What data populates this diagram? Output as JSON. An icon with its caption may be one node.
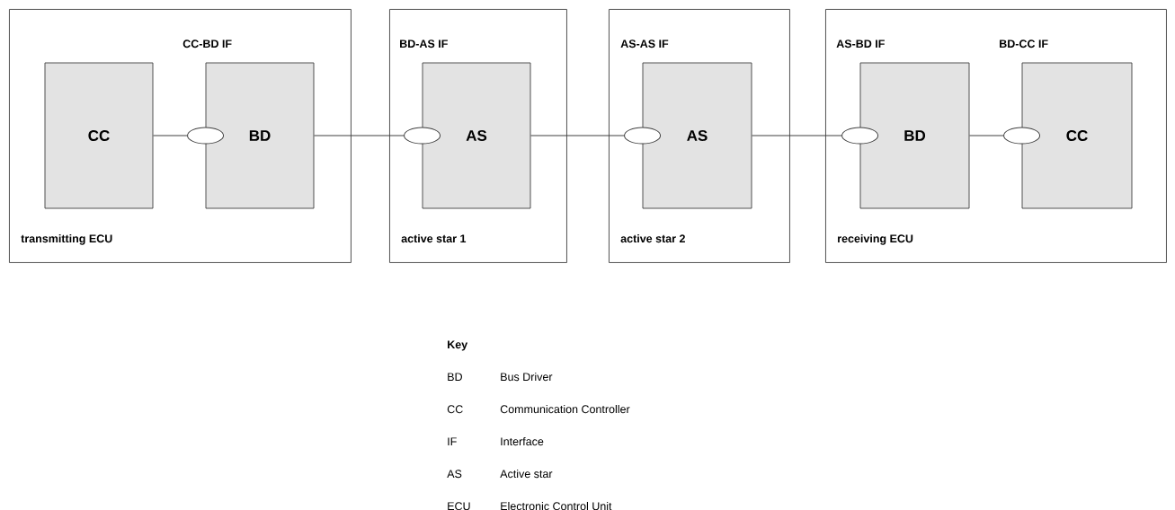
{
  "diagram": {
    "nodes": [
      {
        "text": [
          "transmitting ECU"
        ]
      },
      {
        "text": [
          "CC"
        ],
        "in": 0
      },
      {
        "text": [
          "BD"
        ],
        "in": 0,
        "beside": [
          "CC-BD IF"
        ]
      },
      {
        "text": [
          "active star 1"
        ]
      },
      {
        "text": [
          "AS"
        ],
        "in": 3,
        "beside": [
          "BD-AS IF"
        ]
      },
      {
        "text": [
          "active star 2"
        ]
      },
      {
        "text": [
          "AS"
        ],
        "in": 5,
        "beside": [
          "AS-AS IF"
        ]
      },
      {
        "text": [
          "receiving ECU"
        ]
      },
      {
        "text": [
          "BD"
        ],
        "in": 7,
        "beside": [
          "AS-BD IF"
        ]
      },
      {
        "text": [
          "CC"
        ],
        "in": 7,
        "beside": [
          "BD-CC IF"
        ]
      }
    ],
    "edges": [
      {
        "from": 1,
        "to": 2,
        "arrow": "other"
      },
      {
        "from": 2,
        "to": 4,
        "arrow": "other"
      },
      {
        "from": 4,
        "to": 6,
        "arrow": "other"
      },
      {
        "from": 6,
        "to": 8,
        "arrow": "other"
      },
      {
        "from": 8,
        "to": 9,
        "arrow": "other"
      }
    ],
    "labels": [
      "Key",
      "BD",
      "Bus Driver",
      "CC",
      "Communication Controller",
      "IF",
      "Interface",
      "AS",
      "Active star",
      "ECU",
      "Electronic Control Unit"
    ]
  }
}
